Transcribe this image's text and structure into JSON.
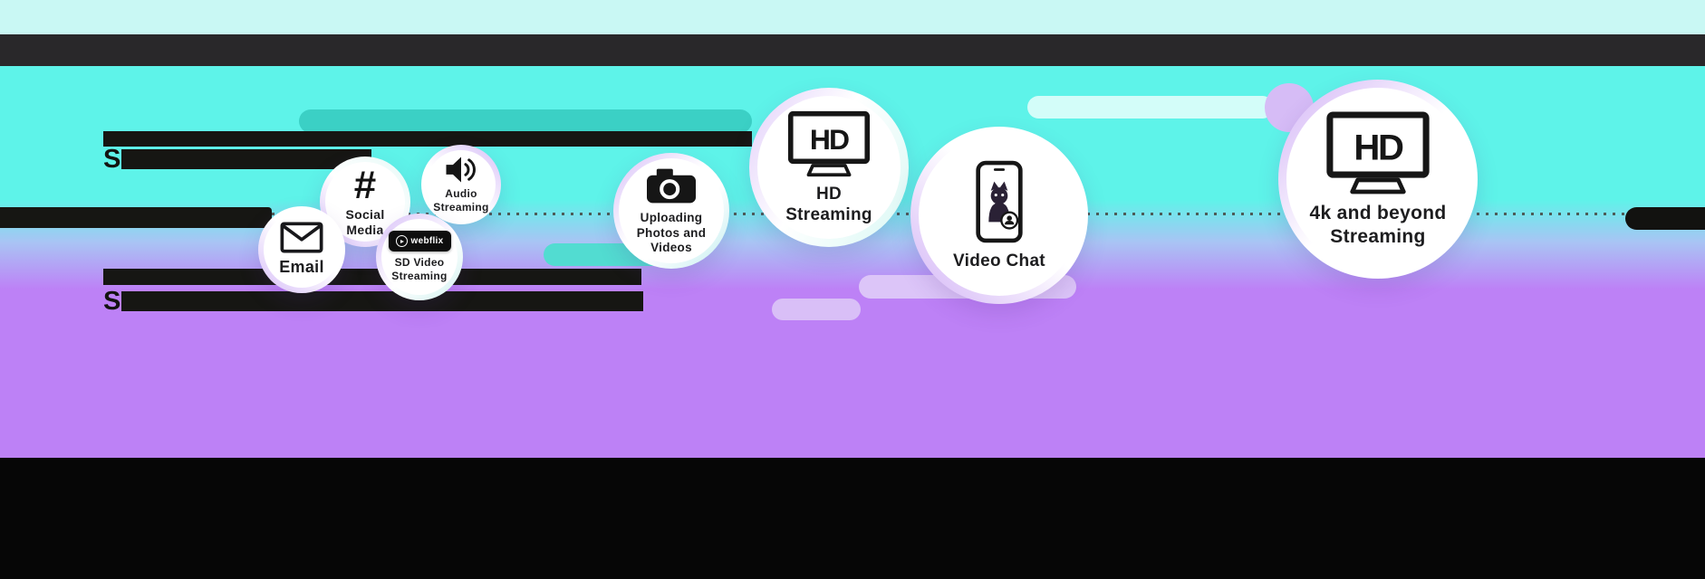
{
  "palette": {
    "top_strip": "#c9f8f4",
    "top_bar": "#29282a",
    "cyan": "#5ef3e9",
    "purple": "#bd81f6",
    "bottom_bar": "#060606",
    "teal_pill": "#3bd0c5",
    "lavender_pill": "#d9bff7",
    "redacted_bar": "#161613",
    "dotted_line": "#45443e",
    "icon_ink": "#161616",
    "cat_silhouette": "#2a2135"
  },
  "bubbles": [
    {
      "label": "Email",
      "icon": "envelope-icon"
    },
    {
      "label": "Social Media",
      "icon": "hashtag-icon",
      "glyph": "#"
    },
    {
      "label": "Audio Streaming",
      "icon": "speaker-icon"
    },
    {
      "label": "SD Video Streaming",
      "icon": "webflix-chip",
      "brand": "webflix"
    },
    {
      "label": "Uploading Photos and Videos",
      "icon": "camera-icon"
    },
    {
      "label": "HD Streaming",
      "icon": "tv-hd-icon",
      "tv_text": "HD"
    },
    {
      "label": "Video Chat",
      "icon": "video-call-phone-icon"
    },
    {
      "label": "4k and beyond Streaming",
      "icon": "tv-hd-icon",
      "tv_text": "HD"
    }
  ],
  "redacted_rows": [
    {
      "prefix": ""
    },
    {
      "prefix": "S"
    },
    {
      "prefix": ""
    },
    {
      "prefix": ""
    },
    {
      "prefix": "S"
    }
  ]
}
